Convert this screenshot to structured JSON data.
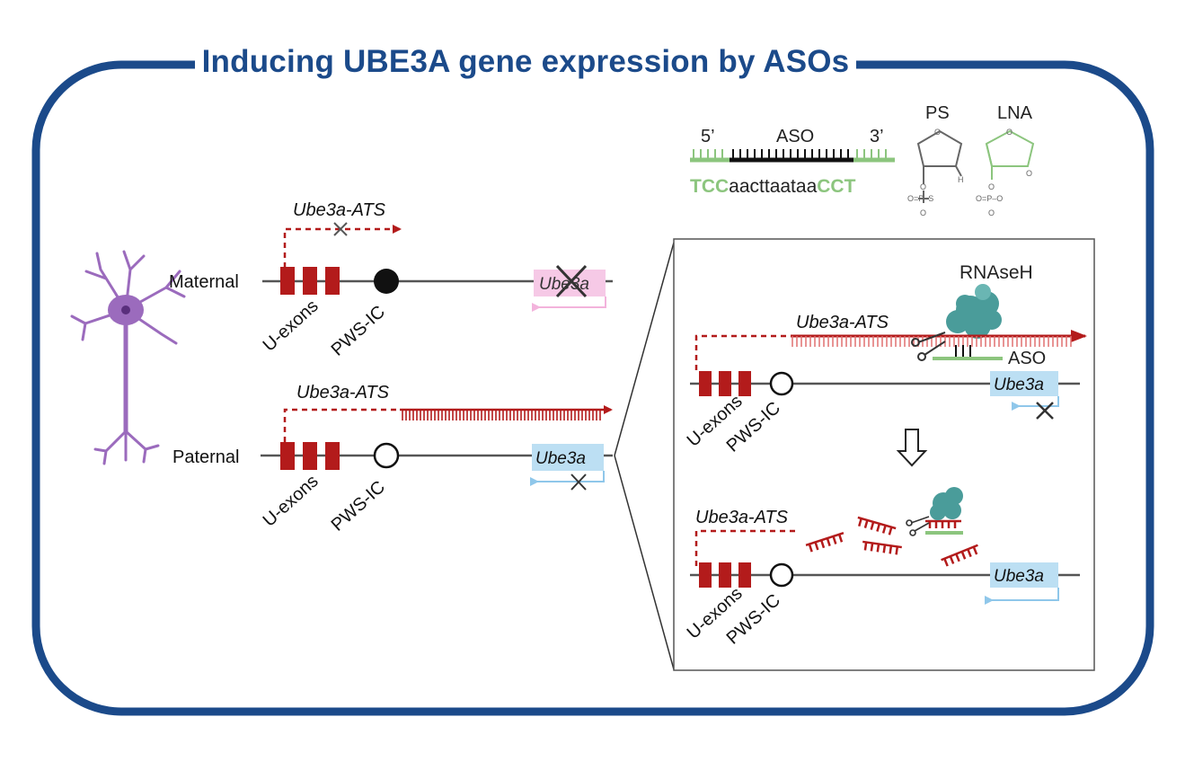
{
  "title": "Inducing UBE3A gene expression by ASOs",
  "aso": {
    "five_prime": "5’",
    "label": "ASO",
    "three_prime": "3’",
    "seq_left": "TCC",
    "seq_mid": "aacttaataa",
    "seq_right": "CCT",
    "ps_label": "PS",
    "lna_label": "LNA"
  },
  "maternal": {
    "label": "Maternal",
    "ats": "Ube3a-ATS",
    "uexons": "U-exons",
    "pwsic": "PWS-IC",
    "gene": "Ube3a"
  },
  "paternal": {
    "label": "Paternal",
    "ats": "Ube3a-ATS",
    "uexons": "U-exons",
    "pwsic": "PWS-IC",
    "gene": "Ube3a"
  },
  "zoom_top": {
    "rnaseh": "RNAseH",
    "ats": "Ube3a-ATS",
    "aso": "ASO",
    "uexons": "U-exons",
    "pwsic": "PWS-IC",
    "gene": "Ube3a"
  },
  "zoom_bottom": {
    "ats": "Ube3a-ATS",
    "uexons": "U-exons",
    "pwsic": "PWS-IC",
    "gene": "Ube3a"
  },
  "colors": {
    "frame": "#1b4a8a",
    "exon_red": "#b31b1b",
    "lna_green": "#8cc57e",
    "gene_blue": "#bcdff3",
    "gene_pink": "#f6c9e6",
    "neuron": "#9b6bbd",
    "rnaseh": "#4a9c9a"
  }
}
